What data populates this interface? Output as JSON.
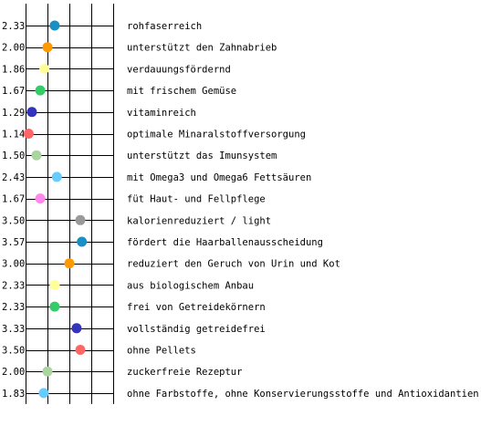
{
  "chart_data": {
    "type": "scatter",
    "orientation": "horizontal-rows",
    "xlim": [
      1,
      5
    ],
    "grid": true,
    "legend": "none",
    "rows": [
      {
        "label": "rohfaserreich",
        "value": 2.33,
        "color": "#1a8fc4"
      },
      {
        "label": "unterstützt den Zahnabrieb",
        "value": 2.0,
        "color": "#ff9900"
      },
      {
        "label": "verdauungsfördernd",
        "value": 1.86,
        "color": "#ffff99"
      },
      {
        "label": "mit frischem Gemüse",
        "value": 1.67,
        "color": "#33cc66"
      },
      {
        "label": "vitaminreich",
        "value": 1.29,
        "color": "#3333bb"
      },
      {
        "label": "optimale Minaralstoffversorgung",
        "value": 1.14,
        "color": "#ff6666"
      },
      {
        "label": "unterstützt das Imunsystem",
        "value": 1.5,
        "color": "#aad4a0"
      },
      {
        "label": "mit Omega3 und Omega6 Fettsäuren",
        "value": 2.43,
        "color": "#66ccff"
      },
      {
        "label": "füt Haut- und Fellpflege",
        "value": 1.67,
        "color": "#ff88ee"
      },
      {
        "label": "kalorienreduziert / light",
        "value": 3.5,
        "color": "#999999"
      },
      {
        "label": "fördert die Haarballenausscheidung",
        "value": 3.57,
        "color": "#1a8fc4"
      },
      {
        "label": "reduziert den Geruch von Urin und Kot",
        "value": 3.0,
        "color": "#ff9900"
      },
      {
        "label": "aus biologischem Anbau",
        "value": 2.33,
        "color": "#ffff99"
      },
      {
        "label": "frei von Getreidekörnern",
        "value": 2.33,
        "color": "#33cc66"
      },
      {
        "label": "vollständig getreidefrei",
        "value": 3.33,
        "color": "#3333bb"
      },
      {
        "label": "ohne Pellets",
        "value": 3.5,
        "color": "#ff6666"
      },
      {
        "label": "zuckerfreie Rezeptur",
        "value": 2.0,
        "color": "#aad4a0"
      },
      {
        "label": "ohne Farbstoffe, ohne Konservierungsstoffe und Antioxidantien",
        "value": 1.83,
        "color": "#66ccff"
      }
    ]
  }
}
